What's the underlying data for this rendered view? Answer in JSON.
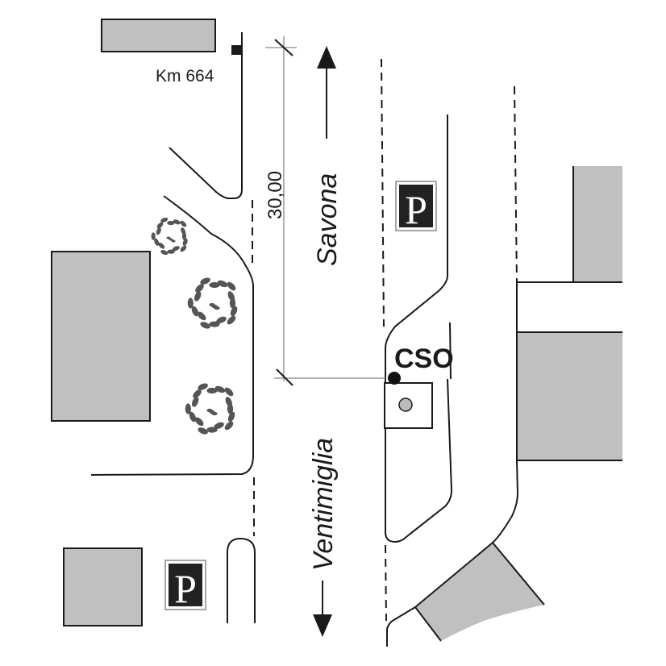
{
  "map": {
    "title": "Road map near CSO station",
    "km_marker_label": "Km 664",
    "distance_label": "30,00",
    "direction_north_label": "Savona",
    "direction_south_label": "Ventimiglia",
    "station_label": "CSO",
    "parking_label": "P",
    "colors": {
      "building_fill": "#c0c0c0",
      "line": "#1a1a1a",
      "dimension_line": "#888888",
      "tree_fill": "#555555",
      "parking_bg": "#222222",
      "station_dot": "#111111",
      "sensor_fill": "#bbbbbb"
    },
    "legend_items": [
      {
        "icon": "parking-icon",
        "label": "P"
      },
      {
        "icon": "station-dot-icon",
        "label": "CSO"
      },
      {
        "icon": "tree-icon",
        "label": ""
      }
    ]
  }
}
